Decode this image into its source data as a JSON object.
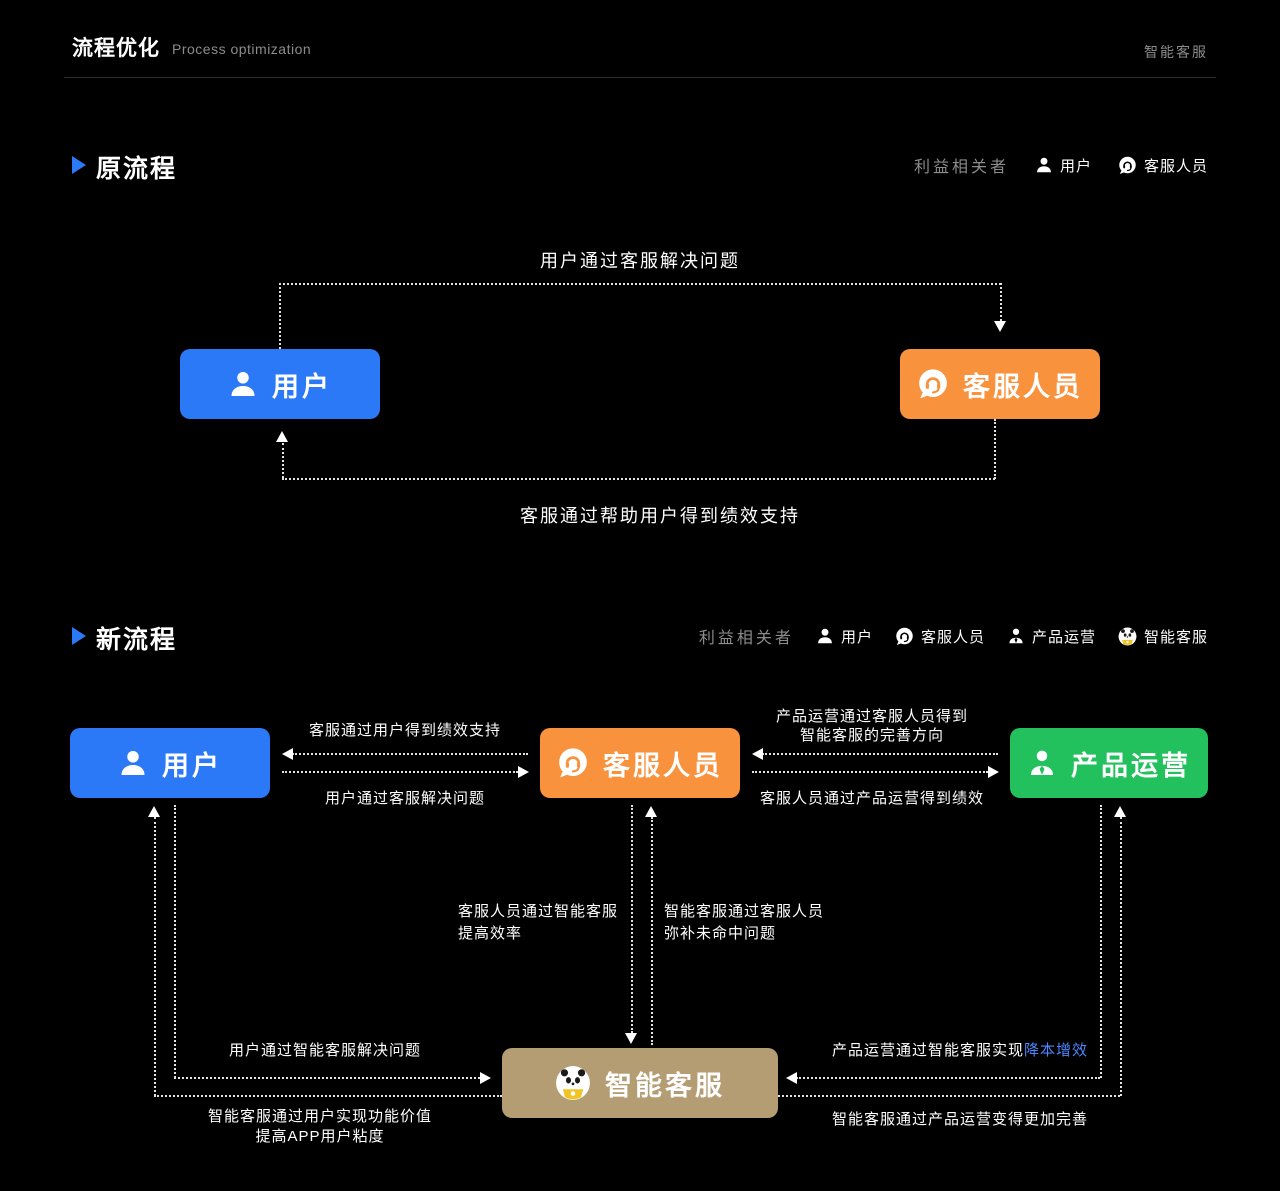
{
  "header": {
    "title": "流程优化",
    "subtitle": "Process optimization",
    "right": "智能客服"
  },
  "colors": {
    "blue": "#2b79f7",
    "orange": "#f8923c",
    "green": "#22c15e",
    "tan": "#b49c73",
    "highlight_link": "#4c86ff",
    "background": "#000000"
  },
  "old_process": {
    "title": "原流程",
    "legend": {
      "label": "利益相关者",
      "items": [
        {
          "icon": "user-icon",
          "label": "用户"
        },
        {
          "icon": "service-icon",
          "label": "客服人员"
        }
      ]
    },
    "nodes": {
      "user": "用户",
      "agent": "客服人员"
    },
    "labels": {
      "top": "用户通过客服解决问题",
      "bottom": "客服通过帮助用户得到绩效支持"
    }
  },
  "new_process": {
    "title": "新流程",
    "legend": {
      "label": "利益相关者",
      "items": [
        {
          "icon": "user-icon",
          "label": "用户"
        },
        {
          "icon": "service-icon",
          "label": "客服人员"
        },
        {
          "icon": "operator-icon",
          "label": "产品运营"
        },
        {
          "icon": "panda-icon",
          "label": "智能客服"
        }
      ]
    },
    "nodes": {
      "user": "用户",
      "agent": "客服人员",
      "product": "产品运营",
      "ai": "智能客服"
    },
    "labels": {
      "agent_gets_support": "客服通过用户得到绩效支持",
      "user_solves": "用户通过客服解决问题",
      "product_direction_l1": "产品运营通过客服人员得到",
      "product_direction_l2": "智能客服的完善方向",
      "agent_gets_perf": "客服人员通过产品运营得到绩效",
      "agent_efficiency_l1": "客服人员通过智能客服",
      "agent_efficiency_l2": "提高效率",
      "ai_fill_miss_l1": "智能客服通过客服人员",
      "ai_fill_miss_l2": "弥补未命中问题",
      "user_via_ai": "用户通过智能客服解决问题",
      "ai_value_l1": "智能客服通过用户实现功能价值",
      "ai_value_l2": "提高APP用户粘度",
      "product_via_ai_prefix": "产品运营通过智能客服实现",
      "product_via_ai_highlight": "降本增效",
      "ai_improve": "智能客服通过产品运营变得更加完善"
    }
  }
}
